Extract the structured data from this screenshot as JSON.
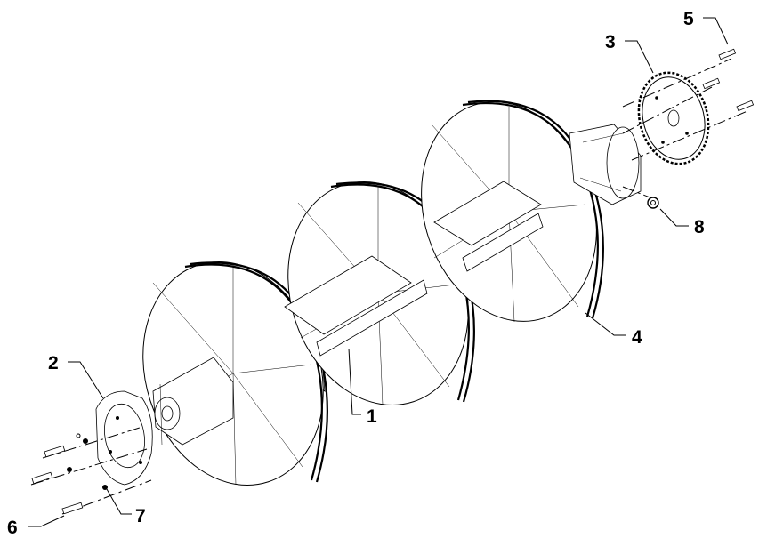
{
  "labels": {
    "p1": "1",
    "p2": "2",
    "p3": "3",
    "p4": "4",
    "p5": "5",
    "p6": "6",
    "p7": "7",
    "p8": "8"
  },
  "colors": {
    "line": "#000000",
    "background": "#ffffff"
  }
}
